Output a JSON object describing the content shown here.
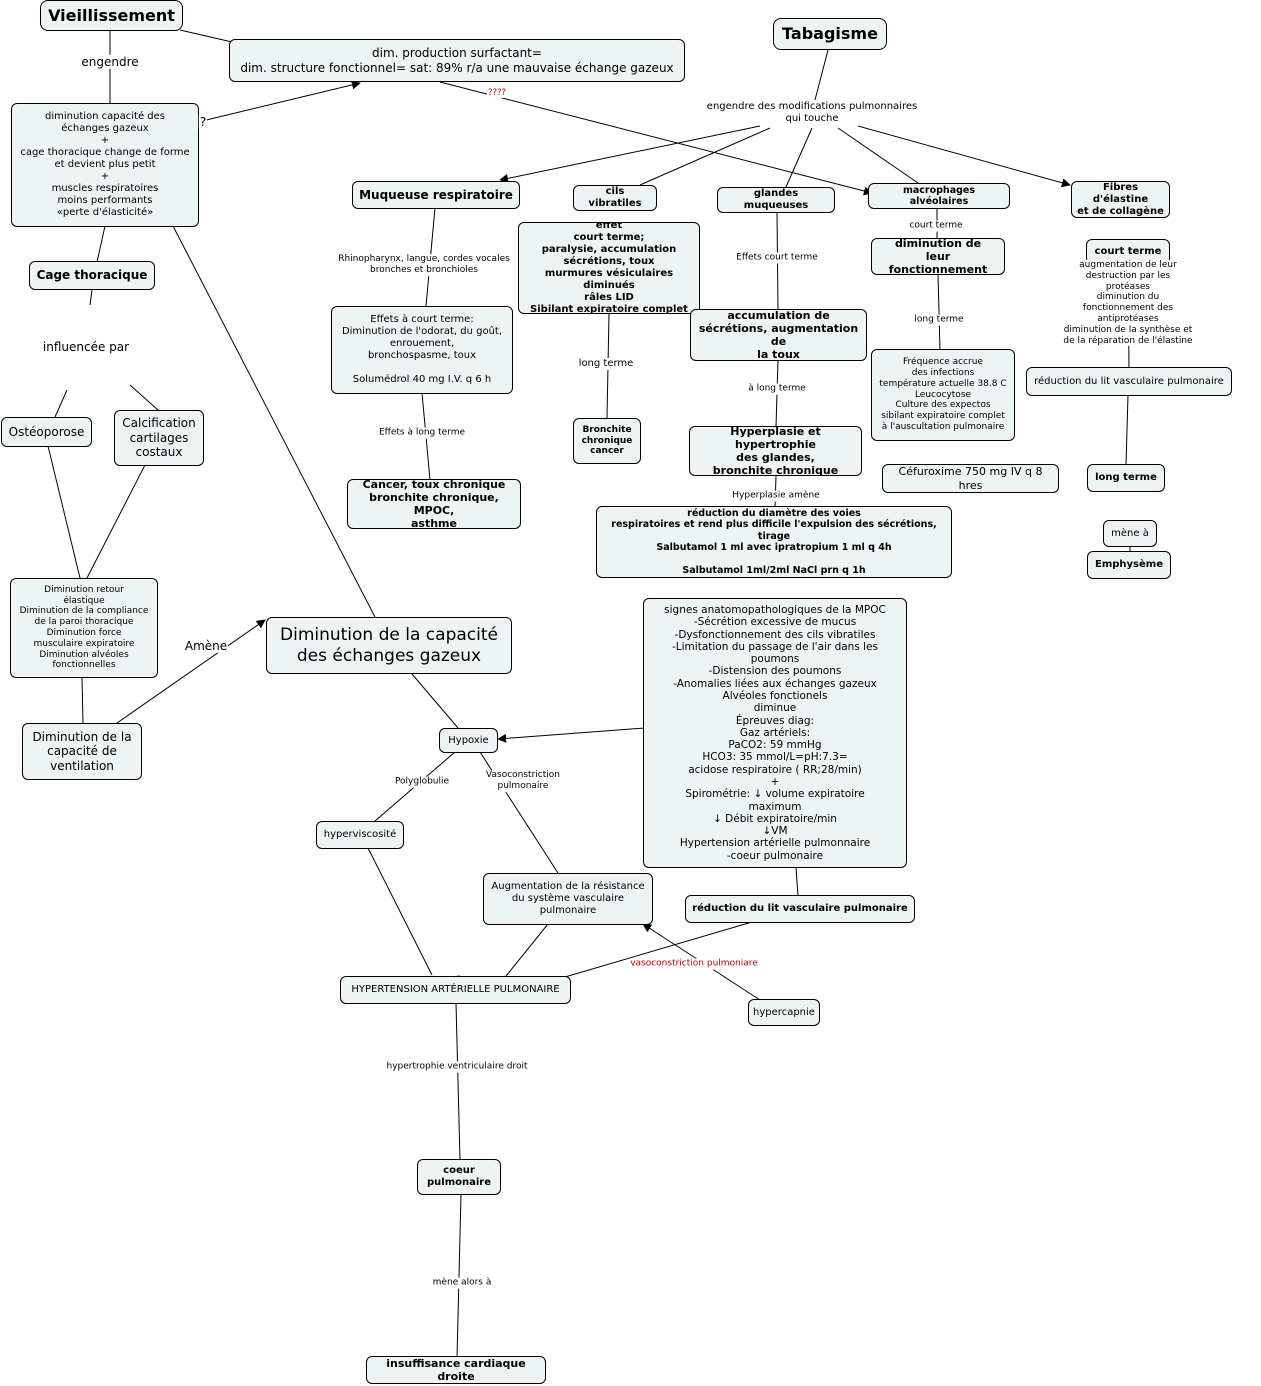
{
  "nodes": {
    "vieillissement": "Vieillissement",
    "surfactant": "dim. production surfactant=\ndim. structure fonctionnel= sat: 89% r/a une mauvaise échange gazeux",
    "tabagisme": "Tabagisme",
    "dim_capacite": "diminution capacité des\néchanges gazeux\n+\ncage thoracique change de forme\net devient plus petit\n+\nmuscles respiratoires\nmoins performants\n«perte d'élasticité»",
    "muqueuse": "Muqueuse respiratoire",
    "cils": "cils vibratiles",
    "glandes": "glandes muqueuses",
    "macrophages": "macrophages alvéolaires",
    "fibres": "Fibres d'élastine\net de collagène",
    "effet_court": "effet\ncourt terme;\nparalysie, accumulation\nsécrétions, toux\nmurmures vésiculaires diminués\nrâles LID\nSibilant expiratoire complet",
    "dim_fonctionnement": "diminution de\nleur fonctionnement",
    "court_terme": "court terme",
    "cage": "Cage thoracique",
    "effets_court_muq": "Effets à court terme:\nDiminution de l'odorat, du goût,\nenrouement,\nbronchospasme, toux\n\nSolumédrol 40 mg I.V. q 6 h",
    "accumulation": "accumulation de\nsécrétions, augmentation de\nla toux",
    "frequence": "Fréquence accrue\ndes infections\ntempérature actuelle 38.8 C\nLeucocytose\nCulture des expectos\nsibilant expiratoire complet\nà l'auscultation pulmonaire",
    "reduction_lit_right": "réduction du lit vasculaire pulmonaire",
    "osteoporose": "Ostéoporose",
    "calcification": "Calcification\ncartilages\ncostaux",
    "bronchite_cancer": "Bronchite\nchronique\ncancer",
    "hyperplasie": "Hyperplasie et hypertrophie\ndes glandes,\nbronchite chronique",
    "cefuroxime": "Céfuroxime 750 mg IV q 8 hres",
    "long_terme": "long terme",
    "cancer_toux": "Cancer, toux chronique\nbronchite chronique, MPOC,\nasthme",
    "reduction_diam": "réduction du diamètre des voies\nrespiratoires et rend plus difficile l'expulsion des sécrétions, tirage\nSalbutamol 1 ml avec ipratropium 1 ml q 4h\n\nSalbutamol 1ml/2ml NaCl prn q 1h",
    "mene_a": "mène à",
    "emphyseme": "Emphysème",
    "dim_retour": "Diminution retour\nélastique\nDiminution de la compliance\nde la paroi thoracique\nDiminution force\nmusculaire expiratoire\nDiminution alvéoles\nfonctionnelles",
    "dim_echanges": "Diminution de la capacité\ndes échanges gazeux",
    "signes": "signes anatomopathologiques de la MPOC\n-Sécrétion excessive de mucus\n-Dysfonctionnement des cils vibratiles\n-Limitation du passage de l'air dans les poumons\n-Distension des poumons\n-Anomalies liées aux échanges gazeux\nAlvéoles fonctionels\ndiminue\nÉpreuves diag:\nGaz artériels:\nPaCO2: 59 mmHg\nHCO3: 35 mmol/L=pH:7.3=\nacidose respiratoire ( RR;28/min)\n+\nSpirométrie: ↓ volume expiratoire\nmaximum\n↓ Débit expiratoire/min\n↓VM\nHypertension artérielle pulmonnaire\n-coeur pulmonaire",
    "dim_ventilation": "Diminution de la\ncapacité de\nventilation",
    "hypoxie": "Hypoxie",
    "hyperviscosite": "hyperviscosité",
    "augmentation_resistance": "Augmentation de la résistance\ndu système vasculaire\npulmonaire",
    "reduction_lit_mid": "réduction du lit vasculaire pulmonaire",
    "hypertension": "HYPERTENSION ARTÉRIELLE PULMONAIRE",
    "hypercapnie": "hypercapnie",
    "coeur": "coeur\npulmonaire",
    "insuffisance": "insuffisance cardiaque droite"
  },
  "labels": {
    "engendre": "engendre",
    "question": "?",
    "question4": "????",
    "engendre_modif": "engendre des modifications pulmonnaires\nqui touche",
    "rhinopharynx": "Rhinopharynx, langue, cordes vocales\nbronches et bronchioles",
    "effets_long": "Effets à long terme",
    "long_terme_cils": "long terme",
    "effets_court_gland": "Effets court terme",
    "a_long_terme": "à long terme",
    "hyperplasie_amene": "Hyperplasie  amène",
    "court_terme_macro": "court terme",
    "long_terme_macro": "long terme",
    "augmentation_destruction": "augmentation de leur destruction par les protéases\ndiminution du fonctionnement des antiprotéases\ndiminution de la synthèse et de la réparation de l'élastine",
    "influencee": "influencée par",
    "amene": "Amène",
    "polyglobulie": "Polyglobulie",
    "vasoconstriction": "Vasoconstriction\npulmonaire",
    "vasoconstriction_red": "vasoconstriction pulmoniare",
    "hypertrophie_vd": "hypertrophie ventriculaire droit",
    "mene_alors": "mène alors à"
  }
}
